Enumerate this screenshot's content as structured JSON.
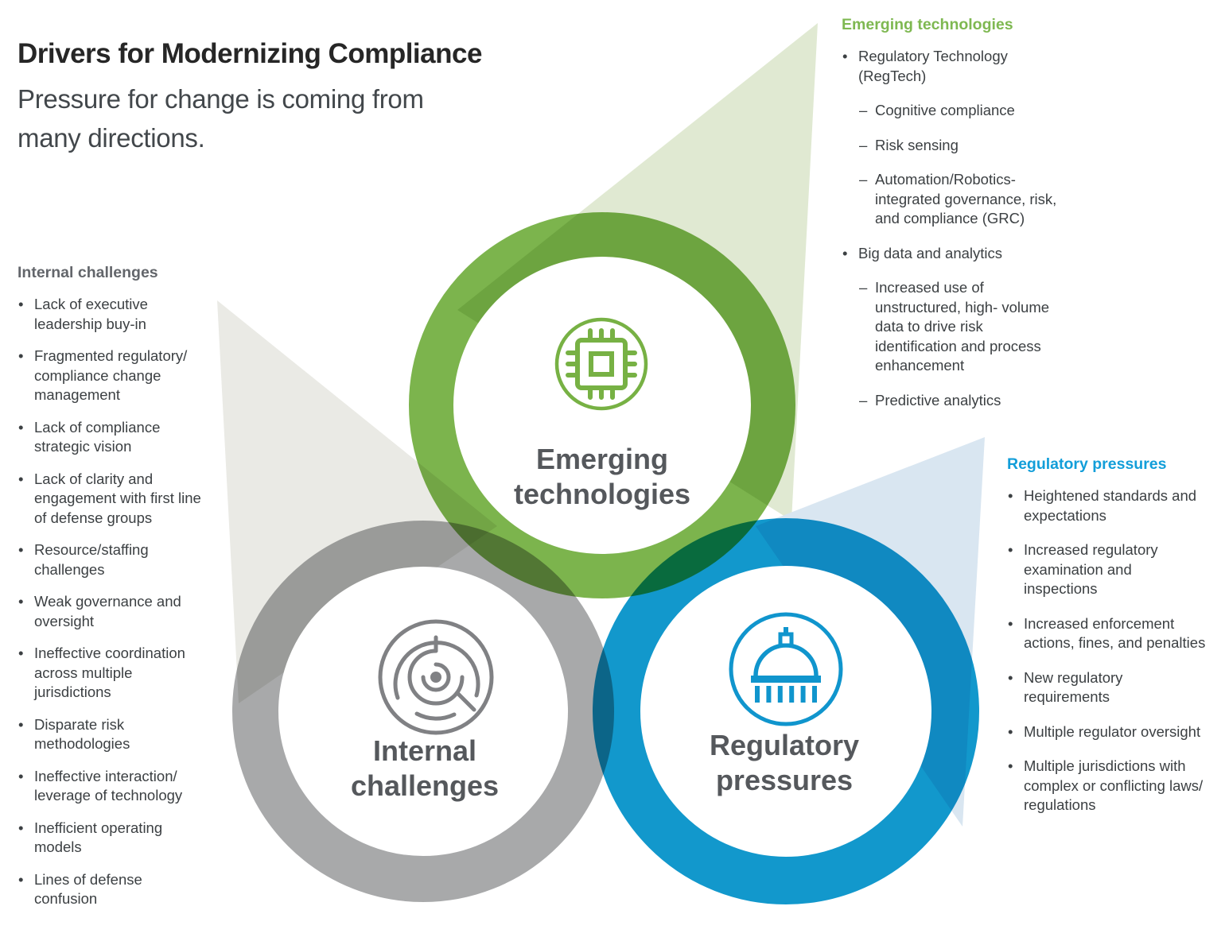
{
  "title": "Drivers for Modernizing Compliance",
  "subtitle": "Pressure for change is coming from many directions.",
  "colors": {
    "green_ring": "#72ae3f",
    "green_header": "#7eb851",
    "gray_ring": "#a1a2a4",
    "gray_header": "#63666b",
    "blue_ring": "#0090c8",
    "blue_header": "#129ed9",
    "body_text": "#3c4043",
    "circle_label": "#55585c",
    "ray_green": "#e0e9d2",
    "ray_gray": "#eaeae5",
    "ray_blue": "#d9e6f1"
  },
  "circles": {
    "emerging": {
      "label_lines": [
        "Emerging",
        "technologies"
      ],
      "icon": "chip-icon"
    },
    "internal": {
      "label_lines": [
        "Internal",
        "challenges"
      ],
      "icon": "maze-icon"
    },
    "regulatory": {
      "label_lines": [
        "Regulatory",
        "pressures"
      ],
      "icon": "capitol-icon"
    }
  },
  "lists": {
    "internal": {
      "header": "Internal challenges",
      "items": [
        {
          "level": 1,
          "text": "Lack of executive leadership buy-in"
        },
        {
          "level": 1,
          "text": "Fragmented regulatory/compliance change management"
        },
        {
          "level": 1,
          "text": "Lack of compliance strategic vision"
        },
        {
          "level": 1,
          "text": "Lack of clarity and engagement with first line of defense groups"
        },
        {
          "level": 1,
          "text": "Resource/staffing challenges"
        },
        {
          "level": 1,
          "text": "Weak governance and oversight"
        },
        {
          "level": 1,
          "text": "Ineffective coordination across multiple jurisdictions"
        },
        {
          "level": 1,
          "text": "Disparate risk methodologies"
        },
        {
          "level": 1,
          "text": "Ineffective interaction/leverage of technology"
        },
        {
          "level": 1,
          "text": "Inefficient operating models"
        },
        {
          "level": 1,
          "text": "Lines of defense confusion"
        }
      ]
    },
    "emerging": {
      "header": "Emerging technologies",
      "items": [
        {
          "level": 1,
          "text": "Regulatory Technology (RegTech)"
        },
        {
          "level": 2,
          "text": "Cognitive compliance"
        },
        {
          "level": 2,
          "text": "Risk sensing"
        },
        {
          "level": 2,
          "text": "Automation/Robotics-integrated governance, risk, and compliance (GRC)"
        },
        {
          "level": 1,
          "text": "Big data and analytics"
        },
        {
          "level": 2,
          "text": "Increased use of unstructured, high- volume data to drive risk identification and process enhancement"
        },
        {
          "level": 2,
          "text": "Predictive analytics"
        }
      ]
    },
    "regulatory": {
      "header": "Regulatory pressures",
      "items": [
        {
          "level": 1,
          "text": "Heightened standards and expectations"
        },
        {
          "level": 1,
          "text": "Increased regulatory examination and inspections"
        },
        {
          "level": 1,
          "text": "Increased enforcement actions, fines, and penalties"
        },
        {
          "level": 1,
          "text": "New regulatory requirements"
        },
        {
          "level": 1,
          "text": "Multiple regulator oversight"
        },
        {
          "level": 1,
          "text": "Multiple jurisdictions with complex or conflicting laws/regulations"
        }
      ]
    }
  }
}
